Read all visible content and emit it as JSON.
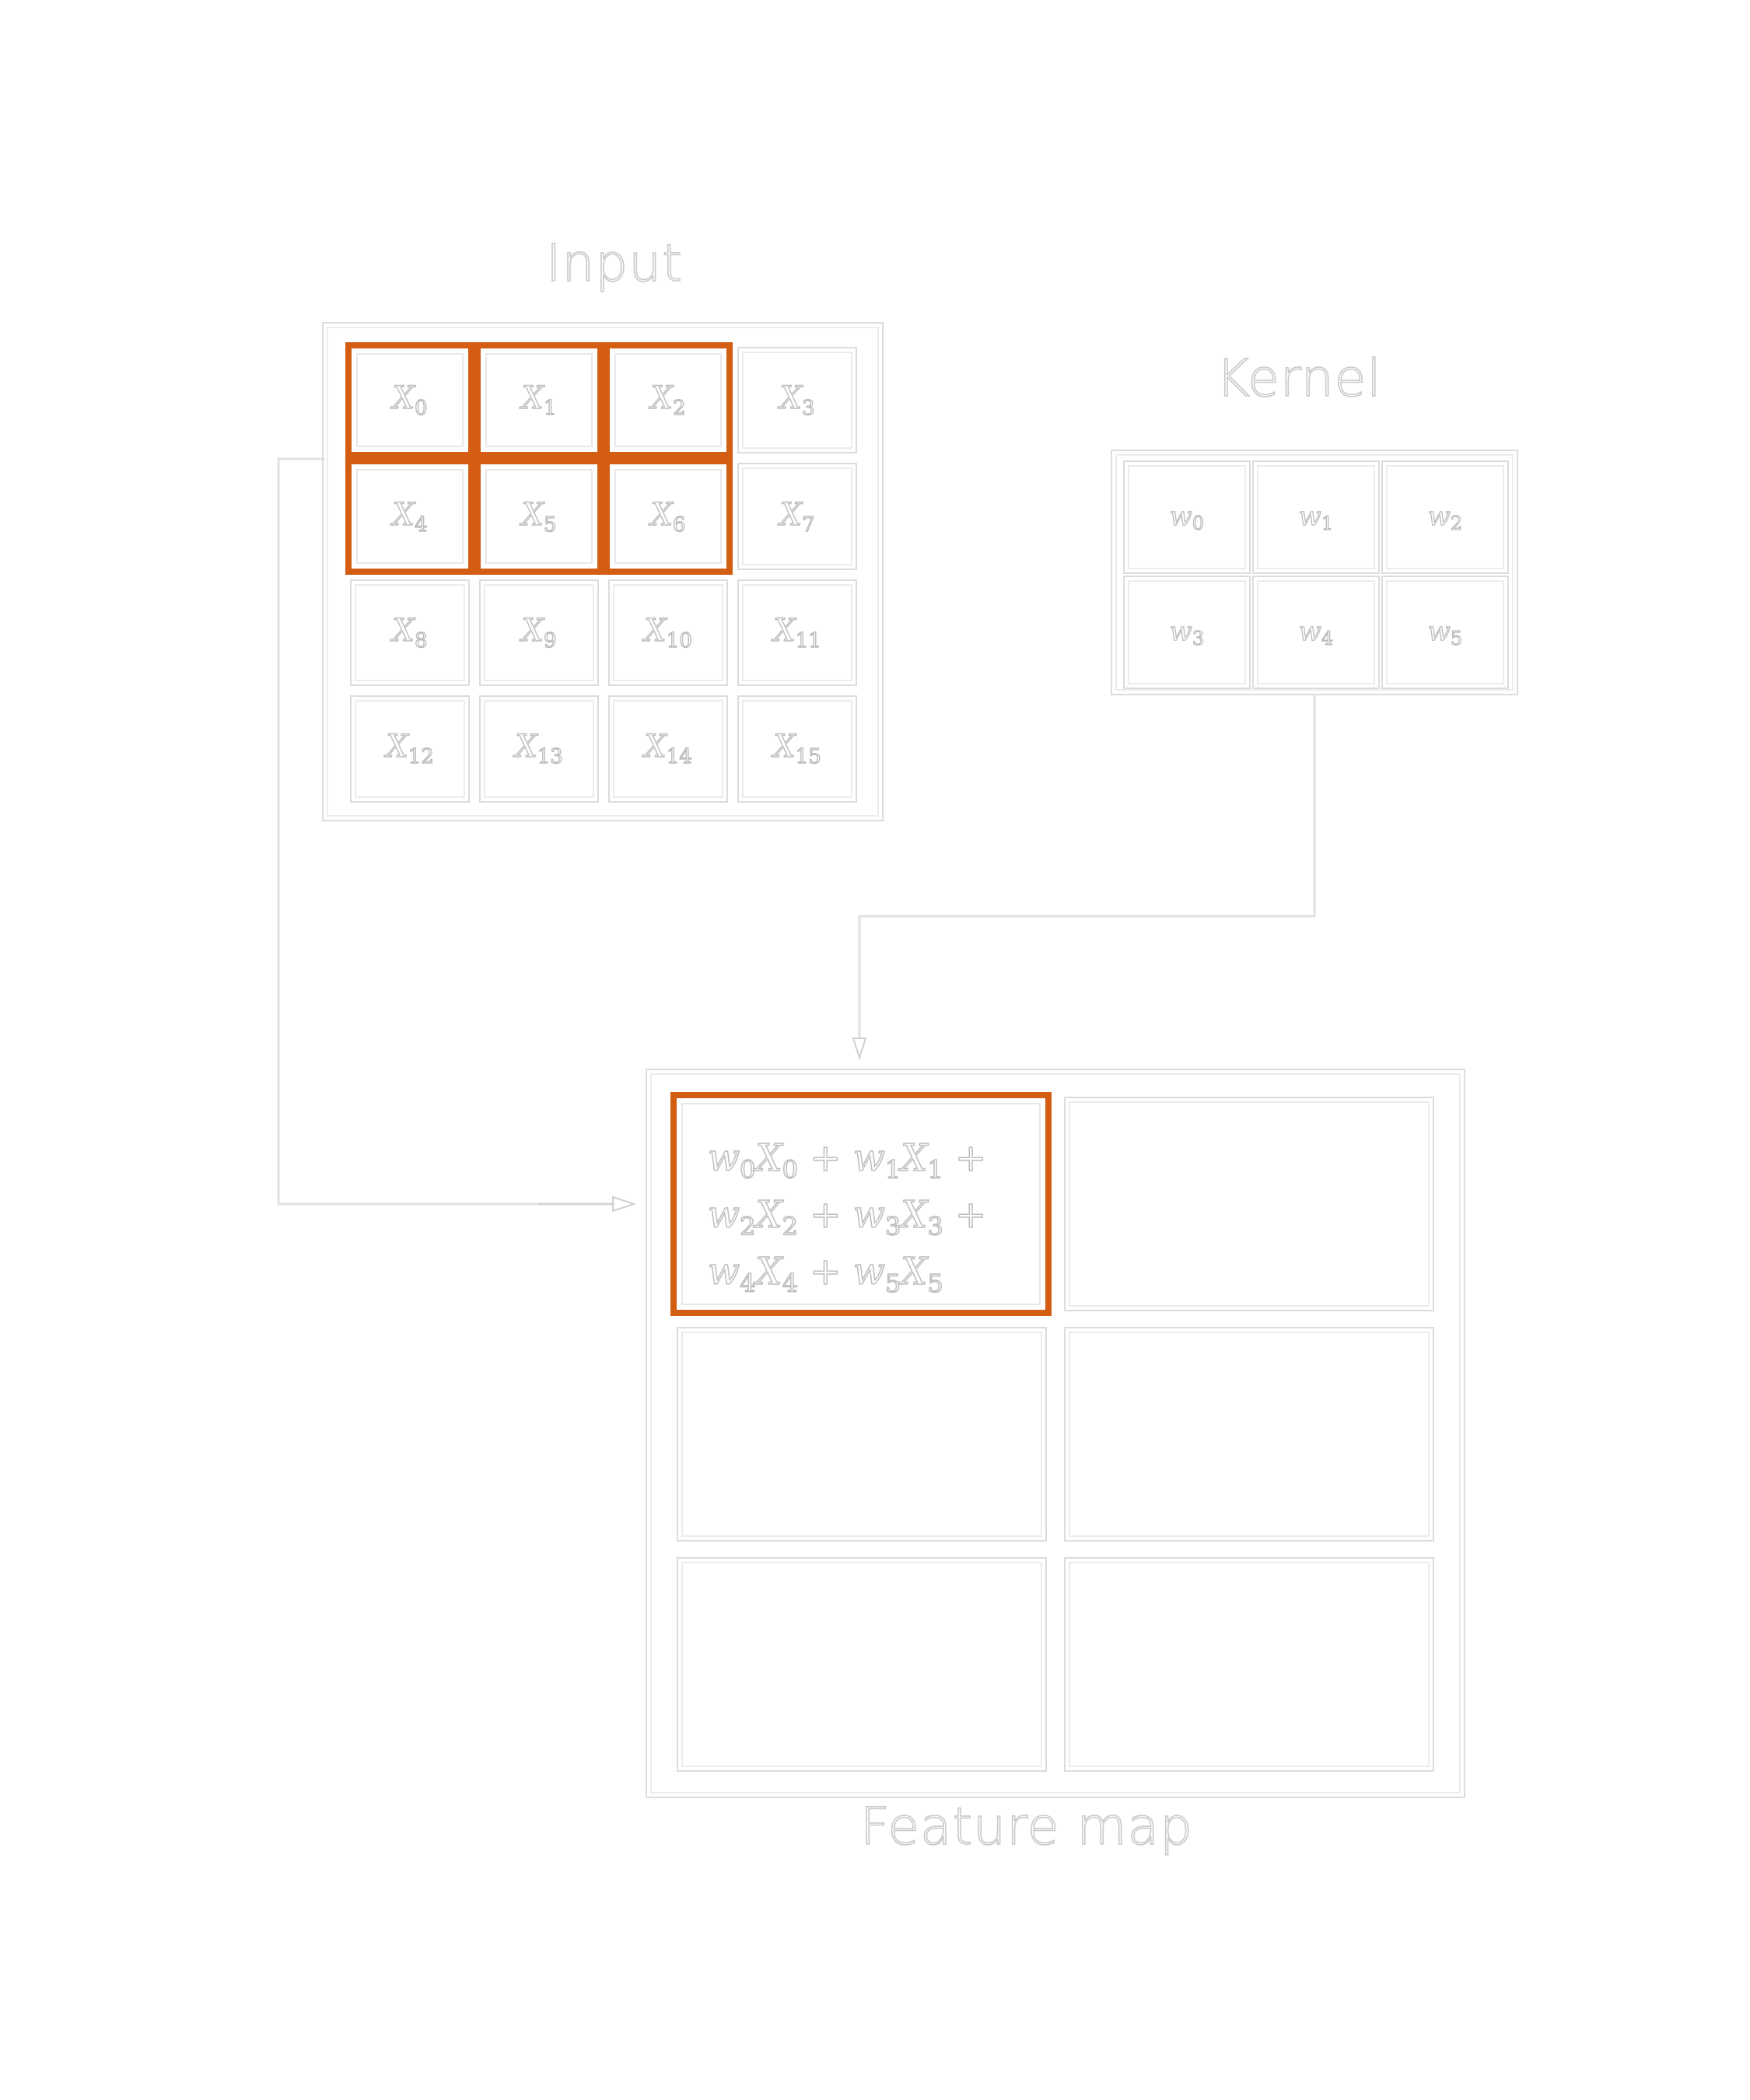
{
  "titles": {
    "input": "Input",
    "kernel": "Kernel",
    "feature_map": "Feature map"
  },
  "input_cells": [
    {
      "base": "X",
      "sub": "0"
    },
    {
      "base": "X",
      "sub": "1"
    },
    {
      "base": "X",
      "sub": "2"
    },
    {
      "base": "X",
      "sub": "3"
    },
    {
      "base": "X",
      "sub": "4"
    },
    {
      "base": "X",
      "sub": "5"
    },
    {
      "base": "X",
      "sub": "6"
    },
    {
      "base": "X",
      "sub": "7"
    },
    {
      "base": "X",
      "sub": "8"
    },
    {
      "base": "X",
      "sub": "9"
    },
    {
      "base": "X",
      "sub": "10"
    },
    {
      "base": "X",
      "sub": "11"
    },
    {
      "base": "X",
      "sub": "12"
    },
    {
      "base": "X",
      "sub": "13"
    },
    {
      "base": "X",
      "sub": "14"
    },
    {
      "base": "X",
      "sub": "15"
    }
  ],
  "kernel_cells": [
    {
      "base": "w",
      "sub": "0"
    },
    {
      "base": "w",
      "sub": "1"
    },
    {
      "base": "w",
      "sub": "2"
    },
    {
      "base": "w",
      "sub": "3"
    },
    {
      "base": "w",
      "sub": "4"
    },
    {
      "base": "w",
      "sub": "5"
    }
  ],
  "formula": {
    "line1": [
      {
        "b": "w",
        "s": "0"
      },
      {
        "b": "X",
        "s": "0"
      },
      {
        "op": " + "
      },
      {
        "b": "w",
        "s": "1"
      },
      {
        "b": "X",
        "s": "1"
      },
      {
        "op": " +"
      }
    ],
    "line2": [
      {
        "b": "w",
        "s": "2"
      },
      {
        "b": "X",
        "s": "2"
      },
      {
        "op": " + "
      },
      {
        "b": "w",
        "s": "3"
      },
      {
        "b": "X",
        "s": "3"
      },
      {
        "op": " +"
      }
    ],
    "line3": [
      {
        "b": "w",
        "s": "4"
      },
      {
        "b": "X",
        "s": "4"
      },
      {
        "op": " + "
      },
      {
        "b": "w",
        "s": "5"
      },
      {
        "b": "X",
        "s": "5"
      }
    ]
  },
  "colors": {
    "highlight": "#d35e13",
    "outline": "#dcdcdc",
    "connector": "#e2e2e2"
  }
}
